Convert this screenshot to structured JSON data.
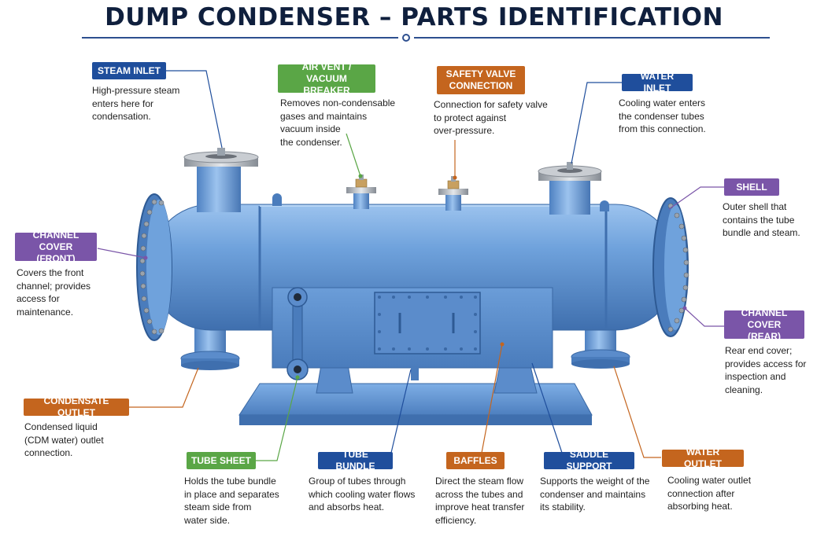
{
  "title": "DUMP CONDENSER – PARTS IDENTIFICATION",
  "colors": {
    "blue": "#1f4e9c",
    "green": "#5aa646",
    "orange": "#c4651e",
    "purple": "#7a55a8",
    "equipment": "#6a9dd6"
  },
  "parts": {
    "steam_inlet": {
      "label": "STEAM INLET",
      "desc": [
        "High-pressure steam",
        "enters here for",
        "condensation."
      ]
    },
    "air_vent": {
      "label": [
        "AIR VENT /",
        "VACUUM BREAKER"
      ],
      "desc": [
        "Removes non-condensable",
        "gases and maintains",
        "vacuum inside",
        "the condenser."
      ]
    },
    "safety_valve": {
      "label": [
        "SAFETY VALVE",
        "CONNECTION"
      ],
      "desc": [
        "Connection for safety valve",
        "to protect against",
        "over-pressure."
      ]
    },
    "water_inlet": {
      "label": "WATER INLET",
      "desc": [
        "Cooling water enters",
        "the condenser tubes",
        "from this connection."
      ]
    },
    "shell": {
      "label": "SHELL",
      "desc": [
        "Outer shell that",
        "contains the tube",
        "bundle and steam."
      ]
    },
    "channel_cover_front": {
      "label": [
        "CHANNEL COVER",
        "(FRONT)"
      ],
      "desc": [
        "Covers the front",
        "channel; provides",
        "access for",
        "maintenance."
      ]
    },
    "channel_cover_rear": {
      "label": [
        "CHANNEL COVER",
        "(REAR)"
      ],
      "desc": [
        "Rear end cover;",
        "provides access for",
        "inspection and",
        "cleaning."
      ]
    },
    "condensate_outlet": {
      "label": "CONDENSATE OUTLET",
      "desc": [
        "Condensed liquid",
        "(CDM water) outlet",
        "connection."
      ]
    },
    "tube_sheet": {
      "label": "TUBE SHEET",
      "desc": [
        "Holds the tube bundle",
        "in place and separates",
        "steam side from",
        "water side."
      ]
    },
    "tube_bundle": {
      "label": "TUBE BUNDLE",
      "desc": [
        "Group of tubes through",
        "which cooling water flows",
        "and absorbs heat."
      ]
    },
    "baffles": {
      "label": "BAFFLES",
      "desc": [
        "Direct the steam flow",
        "across the tubes and",
        "improve heat transfer",
        "efficiency."
      ]
    },
    "saddle_support": {
      "label": "SADDLE SUPPORT",
      "desc": [
        "Supports the weight of the",
        "condenser and maintains",
        "its stability."
      ]
    },
    "water_outlet": {
      "label": "WATER OUTLET",
      "desc": [
        "Cooling water outlet",
        "connection after",
        "absorbing heat."
      ]
    }
  }
}
